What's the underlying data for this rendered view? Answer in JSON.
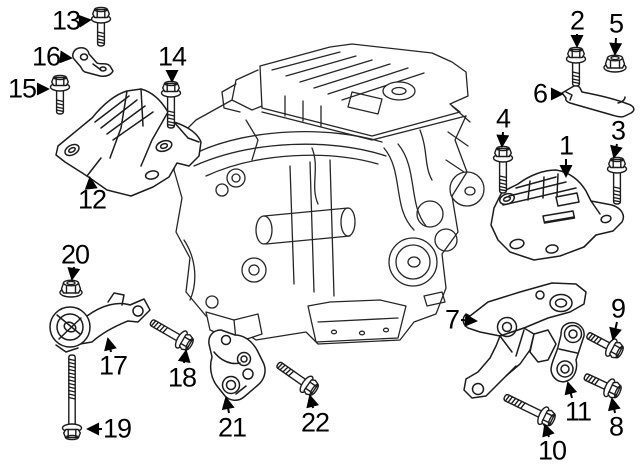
{
  "diagram": {
    "description": "engine-mounting-exploded-parts-diagram",
    "background_color": "#ffffff",
    "line_color": "#1c1c1c",
    "text_color": "#000000",
    "center_illustration": "engine-assembly-line-art",
    "callouts": [
      {
        "number": "1",
        "part": "engine-mount-right"
      },
      {
        "number": "2",
        "part": "flange-bolt-short"
      },
      {
        "number": "3",
        "part": "flange-bolt"
      },
      {
        "number": "4",
        "part": "flange-bolt"
      },
      {
        "number": "5",
        "part": "flange-nut"
      },
      {
        "number": "6",
        "part": "mount-brace-strap"
      },
      {
        "number": "7",
        "part": "mount-support-bracket"
      },
      {
        "number": "8",
        "part": "flange-bolt-angled"
      },
      {
        "number": "9",
        "part": "flange-bolt-angled"
      },
      {
        "number": "10",
        "part": "flange-bolt-long-angled"
      },
      {
        "number": "11",
        "part": "mount-link"
      },
      {
        "number": "12",
        "part": "engine-mount-left"
      },
      {
        "number": "13",
        "part": "flange-bolt-short"
      },
      {
        "number": "14",
        "part": "flange-bolt"
      },
      {
        "number": "15",
        "part": "flange-bolt-short"
      },
      {
        "number": "16",
        "part": "small-mount-bracket"
      },
      {
        "number": "17",
        "part": "torque-strut-mount"
      },
      {
        "number": "18",
        "part": "flange-bolt-angled"
      },
      {
        "number": "19",
        "part": "flange-bolt-extra-long"
      },
      {
        "number": "20",
        "part": "flange-nut"
      },
      {
        "number": "21",
        "part": "lower-mount-bracket"
      },
      {
        "number": "22",
        "part": "flange-bolt-angled"
      }
    ]
  }
}
